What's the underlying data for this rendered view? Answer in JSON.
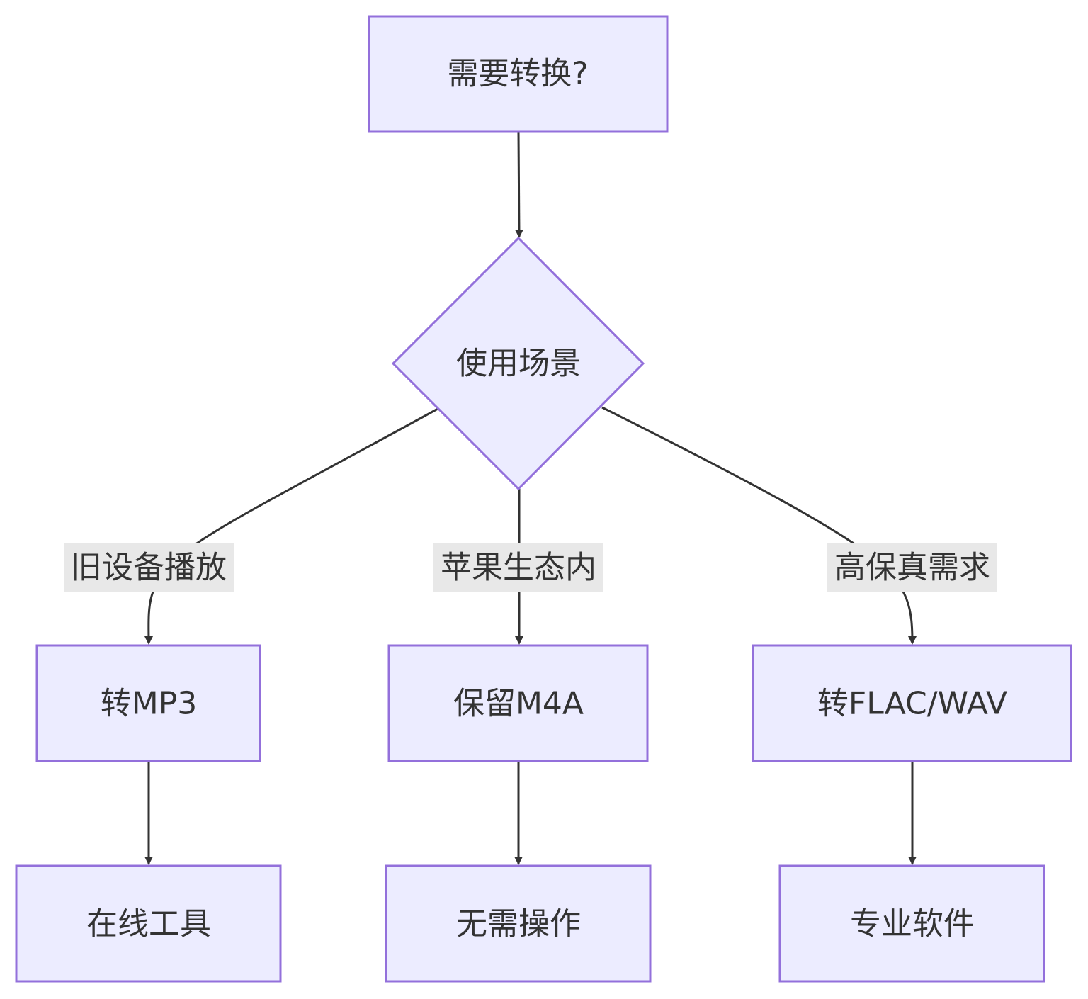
{
  "style": {
    "node_fill": "#ECECFF",
    "node_stroke": "#9370DB",
    "edge_color": "#333333",
    "label_bg": "#E8E8E8",
    "text_color": "#333333"
  },
  "nodes": {
    "start": {
      "label": "需要转换?",
      "shape": "rect"
    },
    "decision": {
      "label": "使用场景",
      "shape": "diamond"
    },
    "mp3": {
      "label": "转MP3",
      "shape": "rect"
    },
    "m4a": {
      "label": "保留M4A",
      "shape": "rect"
    },
    "flac": {
      "label": "转FLAC/WAV",
      "shape": "rect"
    },
    "online": {
      "label": "在线工具",
      "shape": "rect"
    },
    "none": {
      "label": "无需操作",
      "shape": "rect"
    },
    "pro": {
      "label": "专业软件",
      "shape": "rect"
    }
  },
  "edges": {
    "legacy": {
      "from": "decision",
      "to": "mp3",
      "label": "旧设备播放"
    },
    "apple": {
      "from": "decision",
      "to": "m4a",
      "label": "苹果生态内"
    },
    "hifi": {
      "from": "decision",
      "to": "flac",
      "label": "高保真需求"
    }
  }
}
